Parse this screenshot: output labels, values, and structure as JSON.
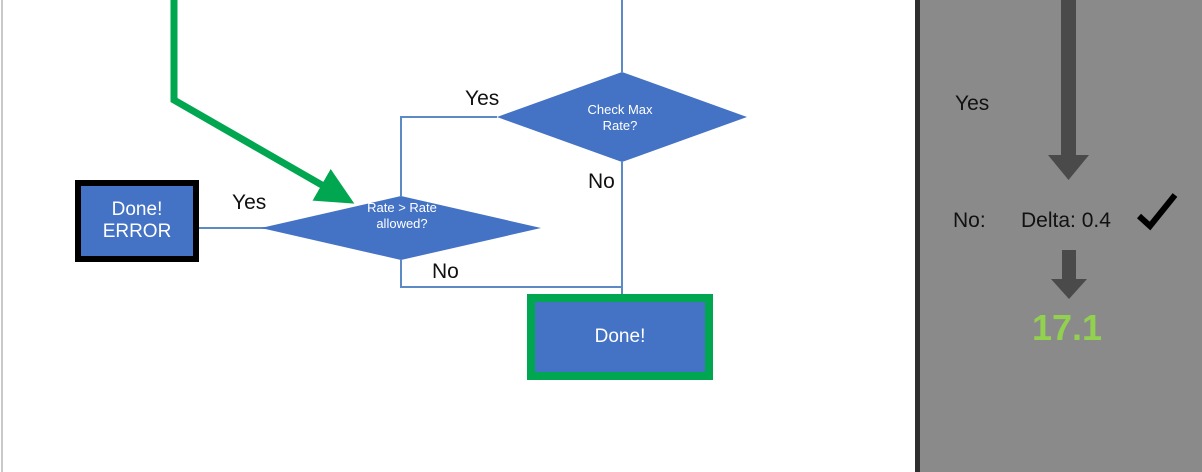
{
  "canvas": {
    "background": "#ffffff",
    "connector_color": "#5b8ac4",
    "highlight_green": "#00a650",
    "shape_blue": "#4472c4"
  },
  "flowchart": {
    "nodes": [
      {
        "id": "error-box",
        "kind": "process",
        "line1": "Done!",
        "line2": "ERROR",
        "fill": "#4472c4",
        "border": "#000000"
      },
      {
        "id": "rate-gt-diamond",
        "kind": "decision",
        "line1": "Rate > Rate",
        "line2": "allowed?",
        "fill": "#4472c4"
      },
      {
        "id": "check-max-diamond",
        "kind": "decision",
        "line1": "Check Max",
        "line2": "Rate?",
        "fill": "#4472c4"
      },
      {
        "id": "done-box",
        "kind": "process",
        "line1": "Done!",
        "fill": "#4472c4",
        "border": "#00a650"
      }
    ],
    "edge_labels": {
      "yes_from_check_max": "Yes",
      "no_from_check_max": "No",
      "yes_from_rate_gt": "Yes",
      "no_from_rate_gt": "No"
    },
    "highlight_path": {
      "color": "#00a650",
      "target": "rate-gt-diamond"
    }
  },
  "panel": {
    "background": "#8a8a8a",
    "arrow_color": "#4a4a4a",
    "yes_label": "Yes",
    "no_label": "No:",
    "delta_label": "Delta: 0.4",
    "check_mark": "check-mark-icon",
    "result_value": "17.1",
    "result_color": "#92d050"
  }
}
